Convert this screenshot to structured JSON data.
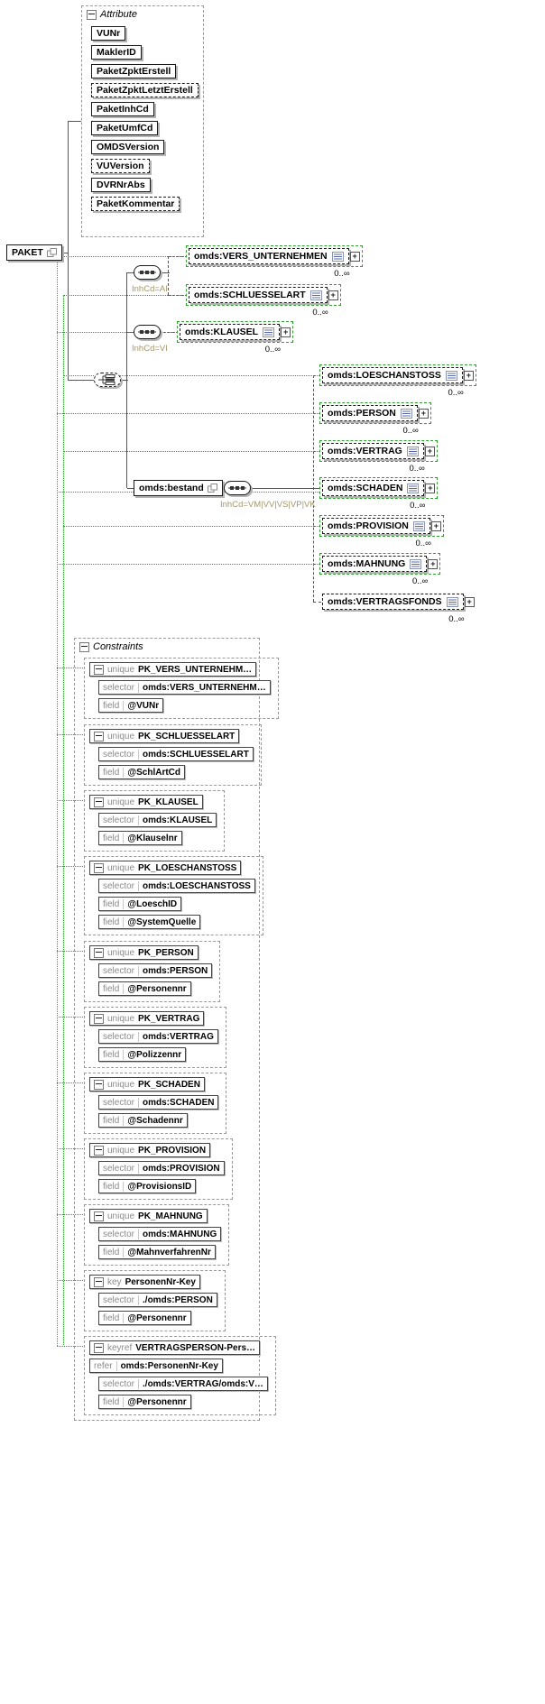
{
  "diagram": {
    "root": {
      "label": "PAKET"
    },
    "attributes": {
      "label": "Attribute",
      "items": [
        {
          "name": "VUNr",
          "optional": false
        },
        {
          "name": "MaklerID",
          "optional": false
        },
        {
          "name": "PaketZpktErstell",
          "optional": false
        },
        {
          "name": "PaketZpktLetztErstell",
          "optional": true
        },
        {
          "name": "PaketInhCd",
          "optional": false
        },
        {
          "name": "PaketUmfCd",
          "optional": false
        },
        {
          "name": "OMDSVersion",
          "optional": false
        },
        {
          "name": "VUVersion",
          "optional": true
        },
        {
          "name": "DVRNrAbs",
          "optional": false
        },
        {
          "name": "PaketKommentar",
          "optional": true
        }
      ]
    },
    "tree": {
      "bestand": {
        "label": "omds:bestand"
      },
      "conditions": [
        "InhCd=AI",
        "InhCd=VI",
        "InhCd=VM|VV|VS|VP|VK"
      ],
      "elements": [
        {
          "name": "omds:VERS_UNTERNEHMEN",
          "occurs": "0..∞"
        },
        {
          "name": "omds:SCHLUESSELART",
          "occurs": "0..∞"
        },
        {
          "name": "omds:KLAUSEL",
          "occurs": "0..∞"
        },
        {
          "name": "omds:LOESCHANSTOSS",
          "occurs": "0..∞"
        },
        {
          "name": "omds:PERSON",
          "occurs": "0..∞"
        },
        {
          "name": "omds:VERTRAG",
          "occurs": "0..∞"
        },
        {
          "name": "omds:SCHADEN",
          "occurs": "0..∞"
        },
        {
          "name": "omds:PROVISION",
          "occurs": "0..∞"
        },
        {
          "name": "omds:MAHNUNG",
          "occurs": "0..∞"
        },
        {
          "name": "omds:VERTRAGSFONDS",
          "occurs": "0..∞"
        }
      ]
    },
    "constraints": {
      "label": "Constraints",
      "keywords": {
        "selector": "selector",
        "field": "field",
        "refer": "refer"
      },
      "items": [
        {
          "kind": "unique",
          "name": "PK_VERS_UNTERNEHM…",
          "selector": "omds:VERS_UNTERNEHM…",
          "fields": [
            "@VUNr"
          ]
        },
        {
          "kind": "unique",
          "name": "PK_SCHLUESSELART",
          "selector": "omds:SCHLUESSELART",
          "fields": [
            "@SchlArtCd"
          ]
        },
        {
          "kind": "unique",
          "name": "PK_KLAUSEL",
          "selector": "omds:KLAUSEL",
          "fields": [
            "@Klauselnr"
          ]
        },
        {
          "kind": "unique",
          "name": "PK_LOESCHANSTOSS",
          "selector": "omds:LOESCHANSTOSS",
          "fields": [
            "@LoeschID",
            "@SystemQuelle"
          ]
        },
        {
          "kind": "unique",
          "name": "PK_PERSON",
          "selector": "omds:PERSON",
          "fields": [
            "@Personennr"
          ]
        },
        {
          "kind": "unique",
          "name": "PK_VERTRAG",
          "selector": "omds:VERTRAG",
          "fields": [
            "@Polizzennr"
          ]
        },
        {
          "kind": "unique",
          "name": "PK_SCHADEN",
          "selector": "omds:SCHADEN",
          "fields": [
            "@Schadennr"
          ]
        },
        {
          "kind": "unique",
          "name": "PK_PROVISION",
          "selector": "omds:PROVISION",
          "fields": [
            "@ProvisionsID"
          ]
        },
        {
          "kind": "unique",
          "name": "PK_MAHNUNG",
          "selector": "omds:MAHNUNG",
          "fields": [
            "@MahnverfahrenNr"
          ]
        },
        {
          "kind": "key",
          "name": "PersonenNr-Key",
          "selector": "./omds:PERSON",
          "fields": [
            "@Personennr"
          ]
        },
        {
          "kind": "keyref",
          "name": "VERTRAGSPERSON-Pers…",
          "refer": "omds:PersonenNr-Key",
          "selector": "./omds:VERTRAG/omds:V…",
          "fields": [
            "@Personennr"
          ]
        }
      ]
    }
  }
}
